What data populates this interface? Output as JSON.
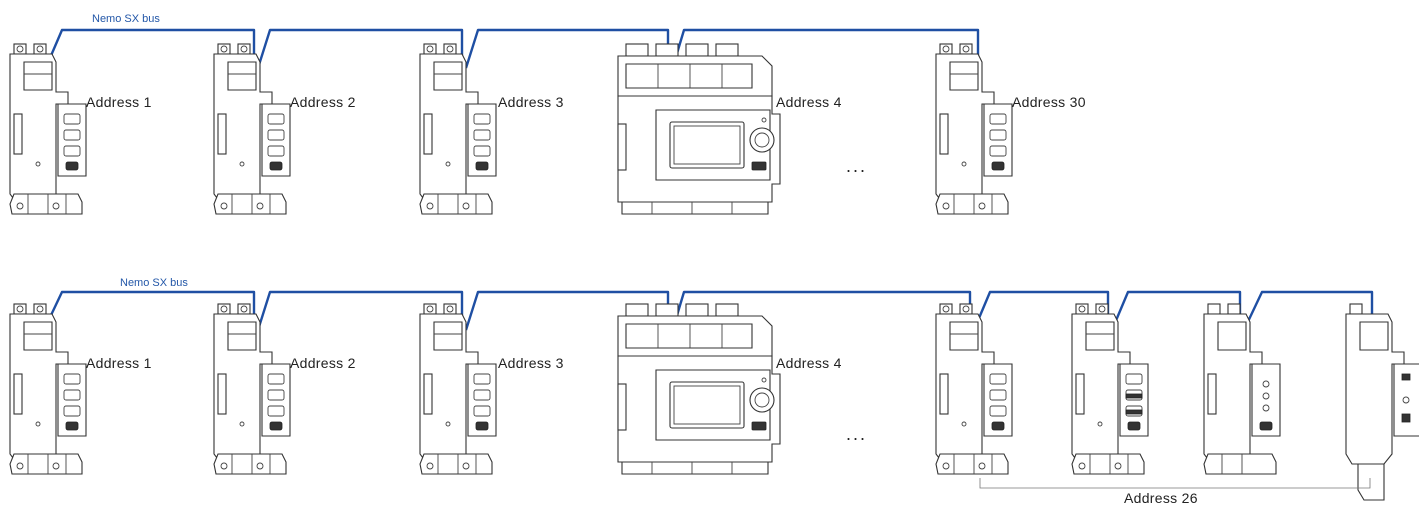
{
  "row1": {
    "bus_label": "Nemo SX bus",
    "devices": [
      {
        "kind": "module",
        "label": "Address 1"
      },
      {
        "kind": "module",
        "label": "Address 2"
      },
      {
        "kind": "module",
        "label": "Address 3"
      },
      {
        "kind": "meter",
        "label": "Address 4"
      },
      {
        "kind": "module",
        "label": "Address 30"
      }
    ],
    "ellipsis": "..."
  },
  "row2": {
    "bus_label": "Nemo SX bus",
    "devices": [
      {
        "kind": "module",
        "label": "Address 1"
      },
      {
        "kind": "module",
        "label": "Address 2"
      },
      {
        "kind": "module",
        "label": "Address 3"
      },
      {
        "kind": "meter",
        "label": "Address 4"
      },
      {
        "kind": "module",
        "label": ""
      },
      {
        "kind": "module-b",
        "label": ""
      },
      {
        "kind": "module-c",
        "label": ""
      },
      {
        "kind": "module-d",
        "label": ""
      }
    ],
    "ellipsis": "...",
    "group_label": "Address 26"
  }
}
